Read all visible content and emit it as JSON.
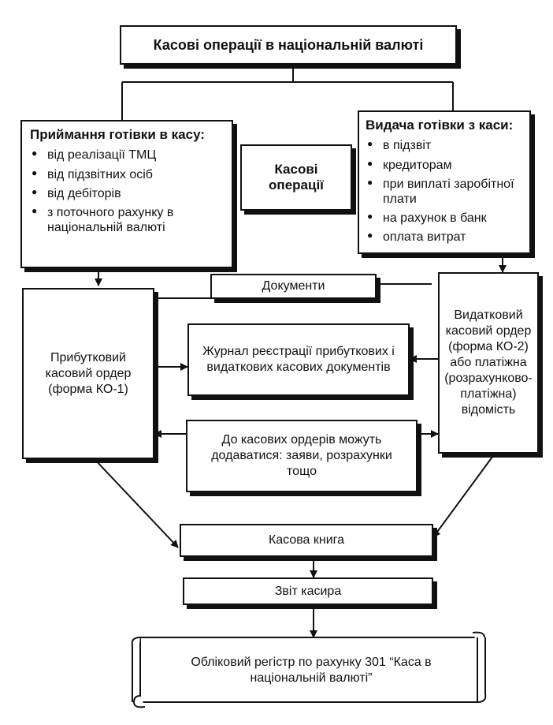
{
  "title": "Касові операції в національній валюті",
  "receipt": {
    "heading": "Приймання готівки в касу:",
    "items": [
      "від реалізації ТМЦ",
      "від підзвітних осіб",
      "від дебіторів",
      "з поточного рахунку в національній валюті"
    ]
  },
  "center_label": "Касові операції",
  "issue": {
    "heading": "Видача готівки з каси:",
    "items": [
      "в підзвіт",
      "кредиторам",
      "при виплаті заробітної плати",
      "на рахунок в банк",
      "оплата витрат"
    ]
  },
  "documents": "Документи",
  "income_order": "Прибутковий касовий ордер (форма КО-1)",
  "expense_order": "Видатковий касовий ордер (форма КО-2) або платіжна (розрахунково-платіжна) відомість",
  "journal": "Журнал реєстрації прибуткових і видаткових касових документів",
  "attachments": "До касових ордерів можуть додаватися: заяви, розрахунки тощо",
  "cash_book": "Касова книга",
  "cashier_report": "Звіт касира",
  "register": "Обліковий регістр по рахунку 301 “Каса в національній валюті”"
}
